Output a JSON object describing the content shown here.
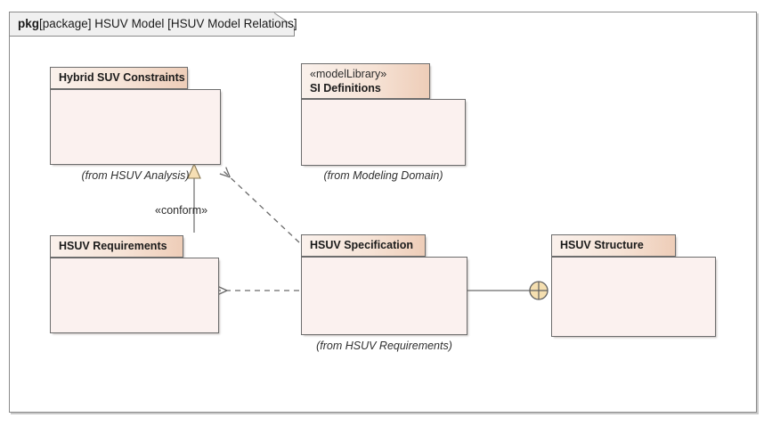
{
  "frame": {
    "keyword": "pkg",
    "header_text": "[package] HSUV Model [HSUV Model Relations]"
  },
  "colors": {
    "frame_border": "#8b8b8b",
    "frame_background": "#ffffff",
    "package_border": "#6d6d6d",
    "package_body_fill": "#fbf1ef",
    "package_tab_fill_light": "#faf1ec",
    "package_tab_fill_dark": "#eecdb8",
    "connector_line": "#6a6a6a",
    "triangle_fill": "#f6dfb4",
    "containment_fill": "#f5dfb0",
    "text": "#1b1b1b"
  },
  "packages": [
    {
      "id": "hybrid-suv-constraints",
      "stereotype": "",
      "title": "Hybrid SUV Constraints",
      "caption": "(from HSUV Analysis)"
    },
    {
      "id": "si-definitions",
      "stereotype": "«modelLibrary»",
      "title": "SI Definitions",
      "caption": "(from Modeling Domain)"
    },
    {
      "id": "hsuv-requirements",
      "stereotype": "",
      "title": "HSUV Requirements",
      "caption": ""
    },
    {
      "id": "hsuv-specification",
      "stereotype": "",
      "title": "HSUV Specification",
      "caption": "(from HSUV Requirements)"
    },
    {
      "id": "hsuv-structure",
      "stereotype": "",
      "title": "HSUV Structure",
      "caption": ""
    }
  ],
  "connectors": [
    {
      "id": "conform",
      "label": "«conform»",
      "from": "hsuv-specification",
      "to": "si-definitions",
      "line_style": "solid",
      "arrow": "hollow-triangle"
    },
    {
      "id": "spec-to-constraints",
      "label": "",
      "from": "hsuv-specification",
      "to": "hybrid-suv-constraints",
      "line_style": "dashed",
      "arrow": "open"
    },
    {
      "id": "spec-to-requirements",
      "label": "",
      "from": "hsuv-specification",
      "to": "hsuv-requirements",
      "line_style": "dashed",
      "arrow": "open"
    },
    {
      "id": "spec-contains-structure",
      "label": "",
      "from": "hsuv-specification",
      "to": "hsuv-structure",
      "line_style": "solid",
      "arrow": "containment-circle-plus"
    }
  ]
}
